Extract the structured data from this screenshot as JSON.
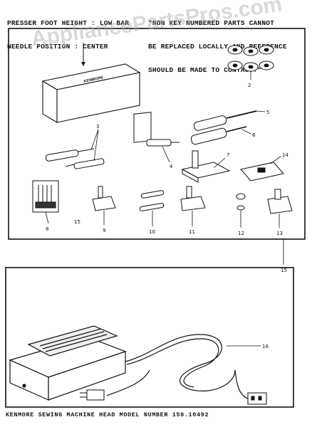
{
  "header": {
    "left_lines": [
      "PRESSER FOOT HEIGHT : LOW BAR",
      "NEEDLE POSITION : CENTER"
    ],
    "right_lines": [
      "\"NON KEY NUMBERED PARTS CANNOT",
      "BE REPLACED LOCALLY AND REFERENCE",
      "SHOULD BE MADE TO CONTACT.\""
    ]
  },
  "watermark": "AppliancePartsPros.com",
  "box_label": "KENMORE",
  "part_numbers": {
    "p2": "2",
    "p3": "3",
    "p4": "4",
    "p5": "5",
    "p6": "6",
    "p7": "7",
    "p8": "8",
    "p9": "9",
    "p10": "10",
    "p11": "11",
    "p12": "12",
    "p13": "13",
    "p14": "14",
    "p15": "15",
    "p15b": "15",
    "p16": "16"
  },
  "footer": "KENMORE SEWING MACHINE HEAD MODEL NUMBER 158.10492"
}
